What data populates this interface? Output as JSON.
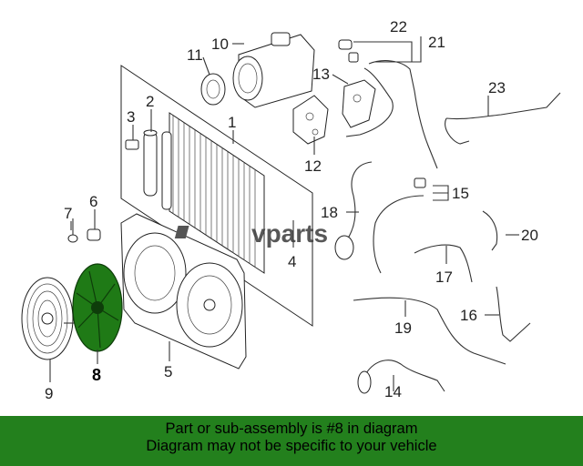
{
  "diagram": {
    "watermark": "vparts",
    "callouts": [
      "1",
      "2",
      "3",
      "4",
      "5",
      "6",
      "7",
      "8",
      "9",
      "10",
      "11",
      "12",
      "13",
      "14",
      "15",
      "16",
      "17",
      "18",
      "19",
      "20",
      "21",
      "22",
      "23"
    ],
    "highlight_color": "#1f7a16"
  },
  "banner": {
    "line1": "Part or sub-assembly is #8 in diagram",
    "line2": "Diagram may not be specific to your vehicle",
    "color": "#23801d"
  }
}
